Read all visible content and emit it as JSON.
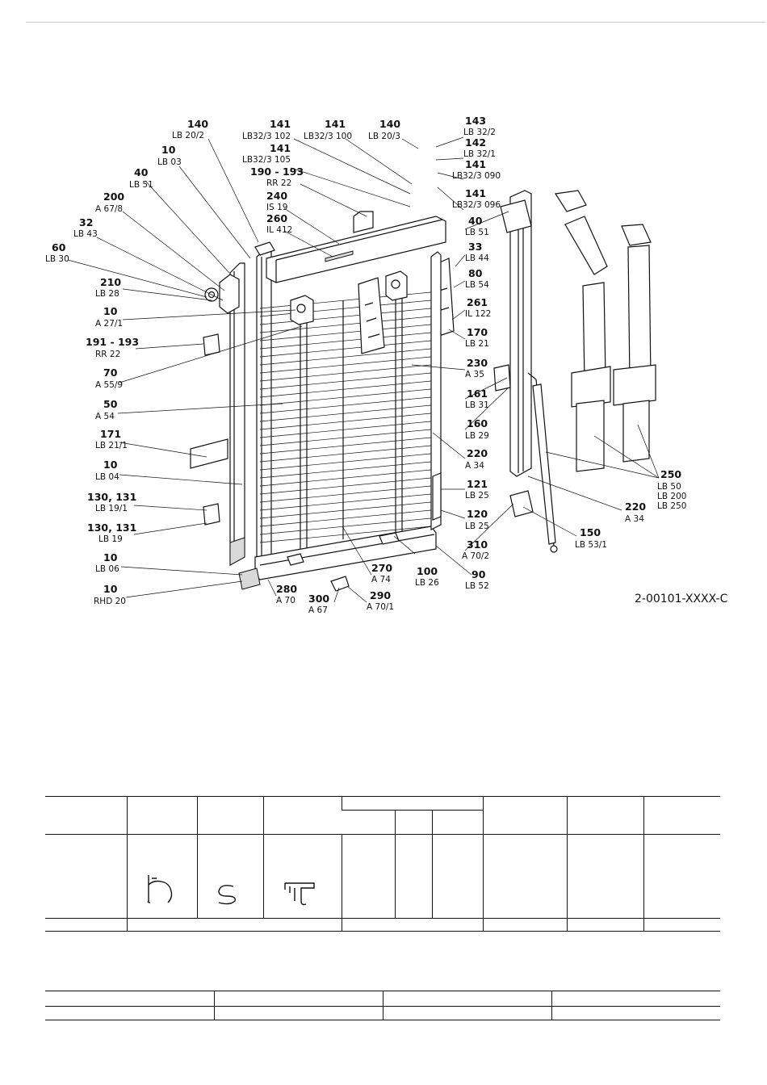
{
  "document": {
    "id": "2-00101-XXXX-C"
  },
  "callouts": [
    {
      "num": "140",
      "code": "LB 20/2"
    },
    {
      "num": "10",
      "code": "LB 03"
    },
    {
      "num": "40",
      "code": "LB 51"
    },
    {
      "num": "200",
      "code": "A 67/8"
    },
    {
      "num": "32",
      "code": "LB 43"
    },
    {
      "num": "60",
      "code": "LB 30"
    },
    {
      "num": "210",
      "code": "LB 28"
    },
    {
      "num": "10",
      "code": "A 27/1"
    },
    {
      "num": "191 - 193",
      "code": "RR 22"
    },
    {
      "num": "70",
      "code": "A 55/9"
    },
    {
      "num": "50",
      "code": "A 54"
    },
    {
      "num": "171",
      "code": "LB 21/1"
    },
    {
      "num": "10",
      "code": "LB 04"
    },
    {
      "num": "130, 131",
      "code": "LB 19/1"
    },
    {
      "num": "130, 131",
      "code": "LB 19"
    },
    {
      "num": "10",
      "code": "LB 06"
    },
    {
      "num": "10",
      "code": "RHD 20"
    },
    {
      "num": "141",
      "code": "LB32/3 102"
    },
    {
      "num": "141",
      "code": "LB32/3 105"
    },
    {
      "num": "190 - 193",
      "code": "RR 22"
    },
    {
      "num": "240",
      "code": "IS 19"
    },
    {
      "num": "260",
      "code": "IL 412"
    },
    {
      "num": "141",
      "code": "LB32/3 100"
    },
    {
      "num": "140",
      "code": "LB 20/3"
    },
    {
      "num": "143",
      "code": "LB 32/2"
    },
    {
      "num": "142",
      "code": "LB 32/1"
    },
    {
      "num": "141",
      "code": "LB32/3 090"
    },
    {
      "num": "141",
      "code": "LB32/3 096"
    },
    {
      "num": "40",
      "code": "LB 51"
    },
    {
      "num": "33",
      "code": "LB 44"
    },
    {
      "num": "80",
      "code": "LB 54"
    },
    {
      "num": "261",
      "code": "IL 122"
    },
    {
      "num": "170",
      "code": "LB 21"
    },
    {
      "num": "230",
      "code": "A 35"
    },
    {
      "num": "161",
      "code": "LB 31"
    },
    {
      "num": "160",
      "code": "LB 29"
    },
    {
      "num": "220",
      "code": "A 34"
    },
    {
      "num": "121",
      "code": "LB 25"
    },
    {
      "num": "120",
      "code": "LB 25"
    },
    {
      "num": "310",
      "code": "A 70/2"
    },
    {
      "num": "90",
      "code": "LB 52"
    },
    {
      "num": "100",
      "code": "LB 26"
    },
    {
      "num": "270",
      "code": "A 74"
    },
    {
      "num": "280",
      "code": "A 70"
    },
    {
      "num": "300",
      "code": "A 67"
    },
    {
      "num": "290",
      "code": "A 70/1"
    },
    {
      "num": "150",
      "code": "LB 53/1"
    },
    {
      "num": "220",
      "code": "A 34"
    },
    {
      "num": "250",
      "code": "LB 50"
    }
  ],
  "callout_250_extra": [
    "LB 200",
    "LB 250"
  ],
  "icons": [
    "profile-a-icon",
    "profile-s-icon",
    "profile-t-icon"
  ]
}
